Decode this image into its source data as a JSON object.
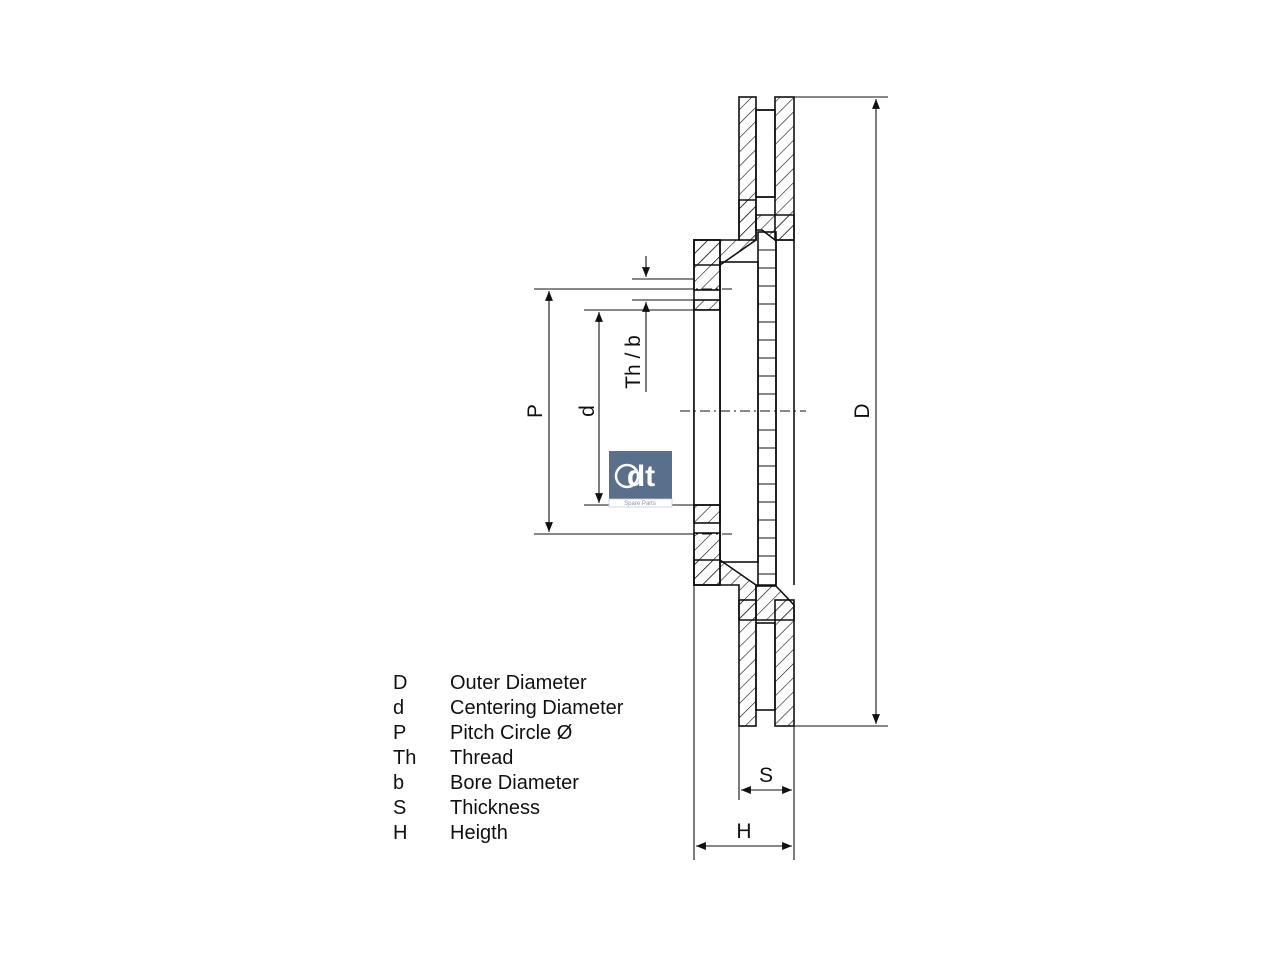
{
  "dimensions": {
    "D": "D",
    "d": "d",
    "P": "P",
    "Th_b": "Th / b",
    "S": "S",
    "H": "H"
  },
  "logo": {
    "text": "dt",
    "subtext": "Spare Parts",
    "color": "#5a6f8c"
  },
  "legend": [
    {
      "symbol": "D",
      "label": "Outer Diameter"
    },
    {
      "symbol": "d",
      "label": "Centering Diameter"
    },
    {
      "symbol": "P",
      "label": "Pitch Circle Ø"
    },
    {
      "symbol": "Th",
      "label": "Thread"
    },
    {
      "symbol": "b",
      "label": "Bore Diameter"
    },
    {
      "symbol": "S",
      "label": "Thickness"
    },
    {
      "symbol": "H",
      "label": "Heigth"
    }
  ]
}
